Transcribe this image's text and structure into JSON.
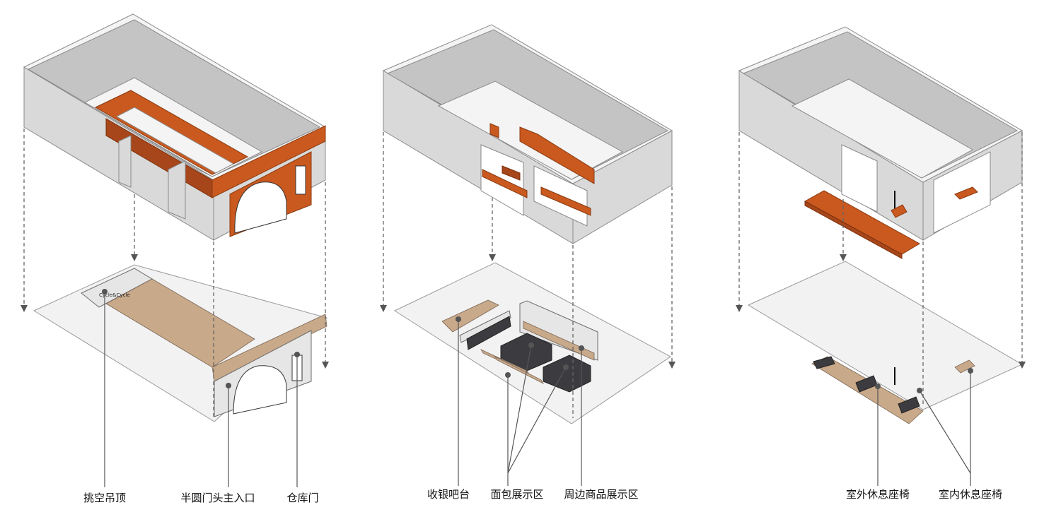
{
  "panels": [
    {
      "labels": [
        {
          "text": "挑空吊顶"
        },
        {
          "text": "半圆门头主入口"
        },
        {
          "text": "仓库门"
        }
      ],
      "signage": "Cycle&Cycle"
    },
    {
      "labels": [
        {
          "text": "收银吧台"
        },
        {
          "text": "面包展示区"
        },
        {
          "text": "周边商品展示区"
        }
      ]
    },
    {
      "labels": [
        {
          "text": "室外休息座椅"
        },
        {
          "text": "室内休息座椅"
        }
      ]
    }
  ],
  "colors": {
    "accent": "#c9591f",
    "wall": "#d9d9d9",
    "floor": "#f2f2f2",
    "leader": "#555555"
  }
}
